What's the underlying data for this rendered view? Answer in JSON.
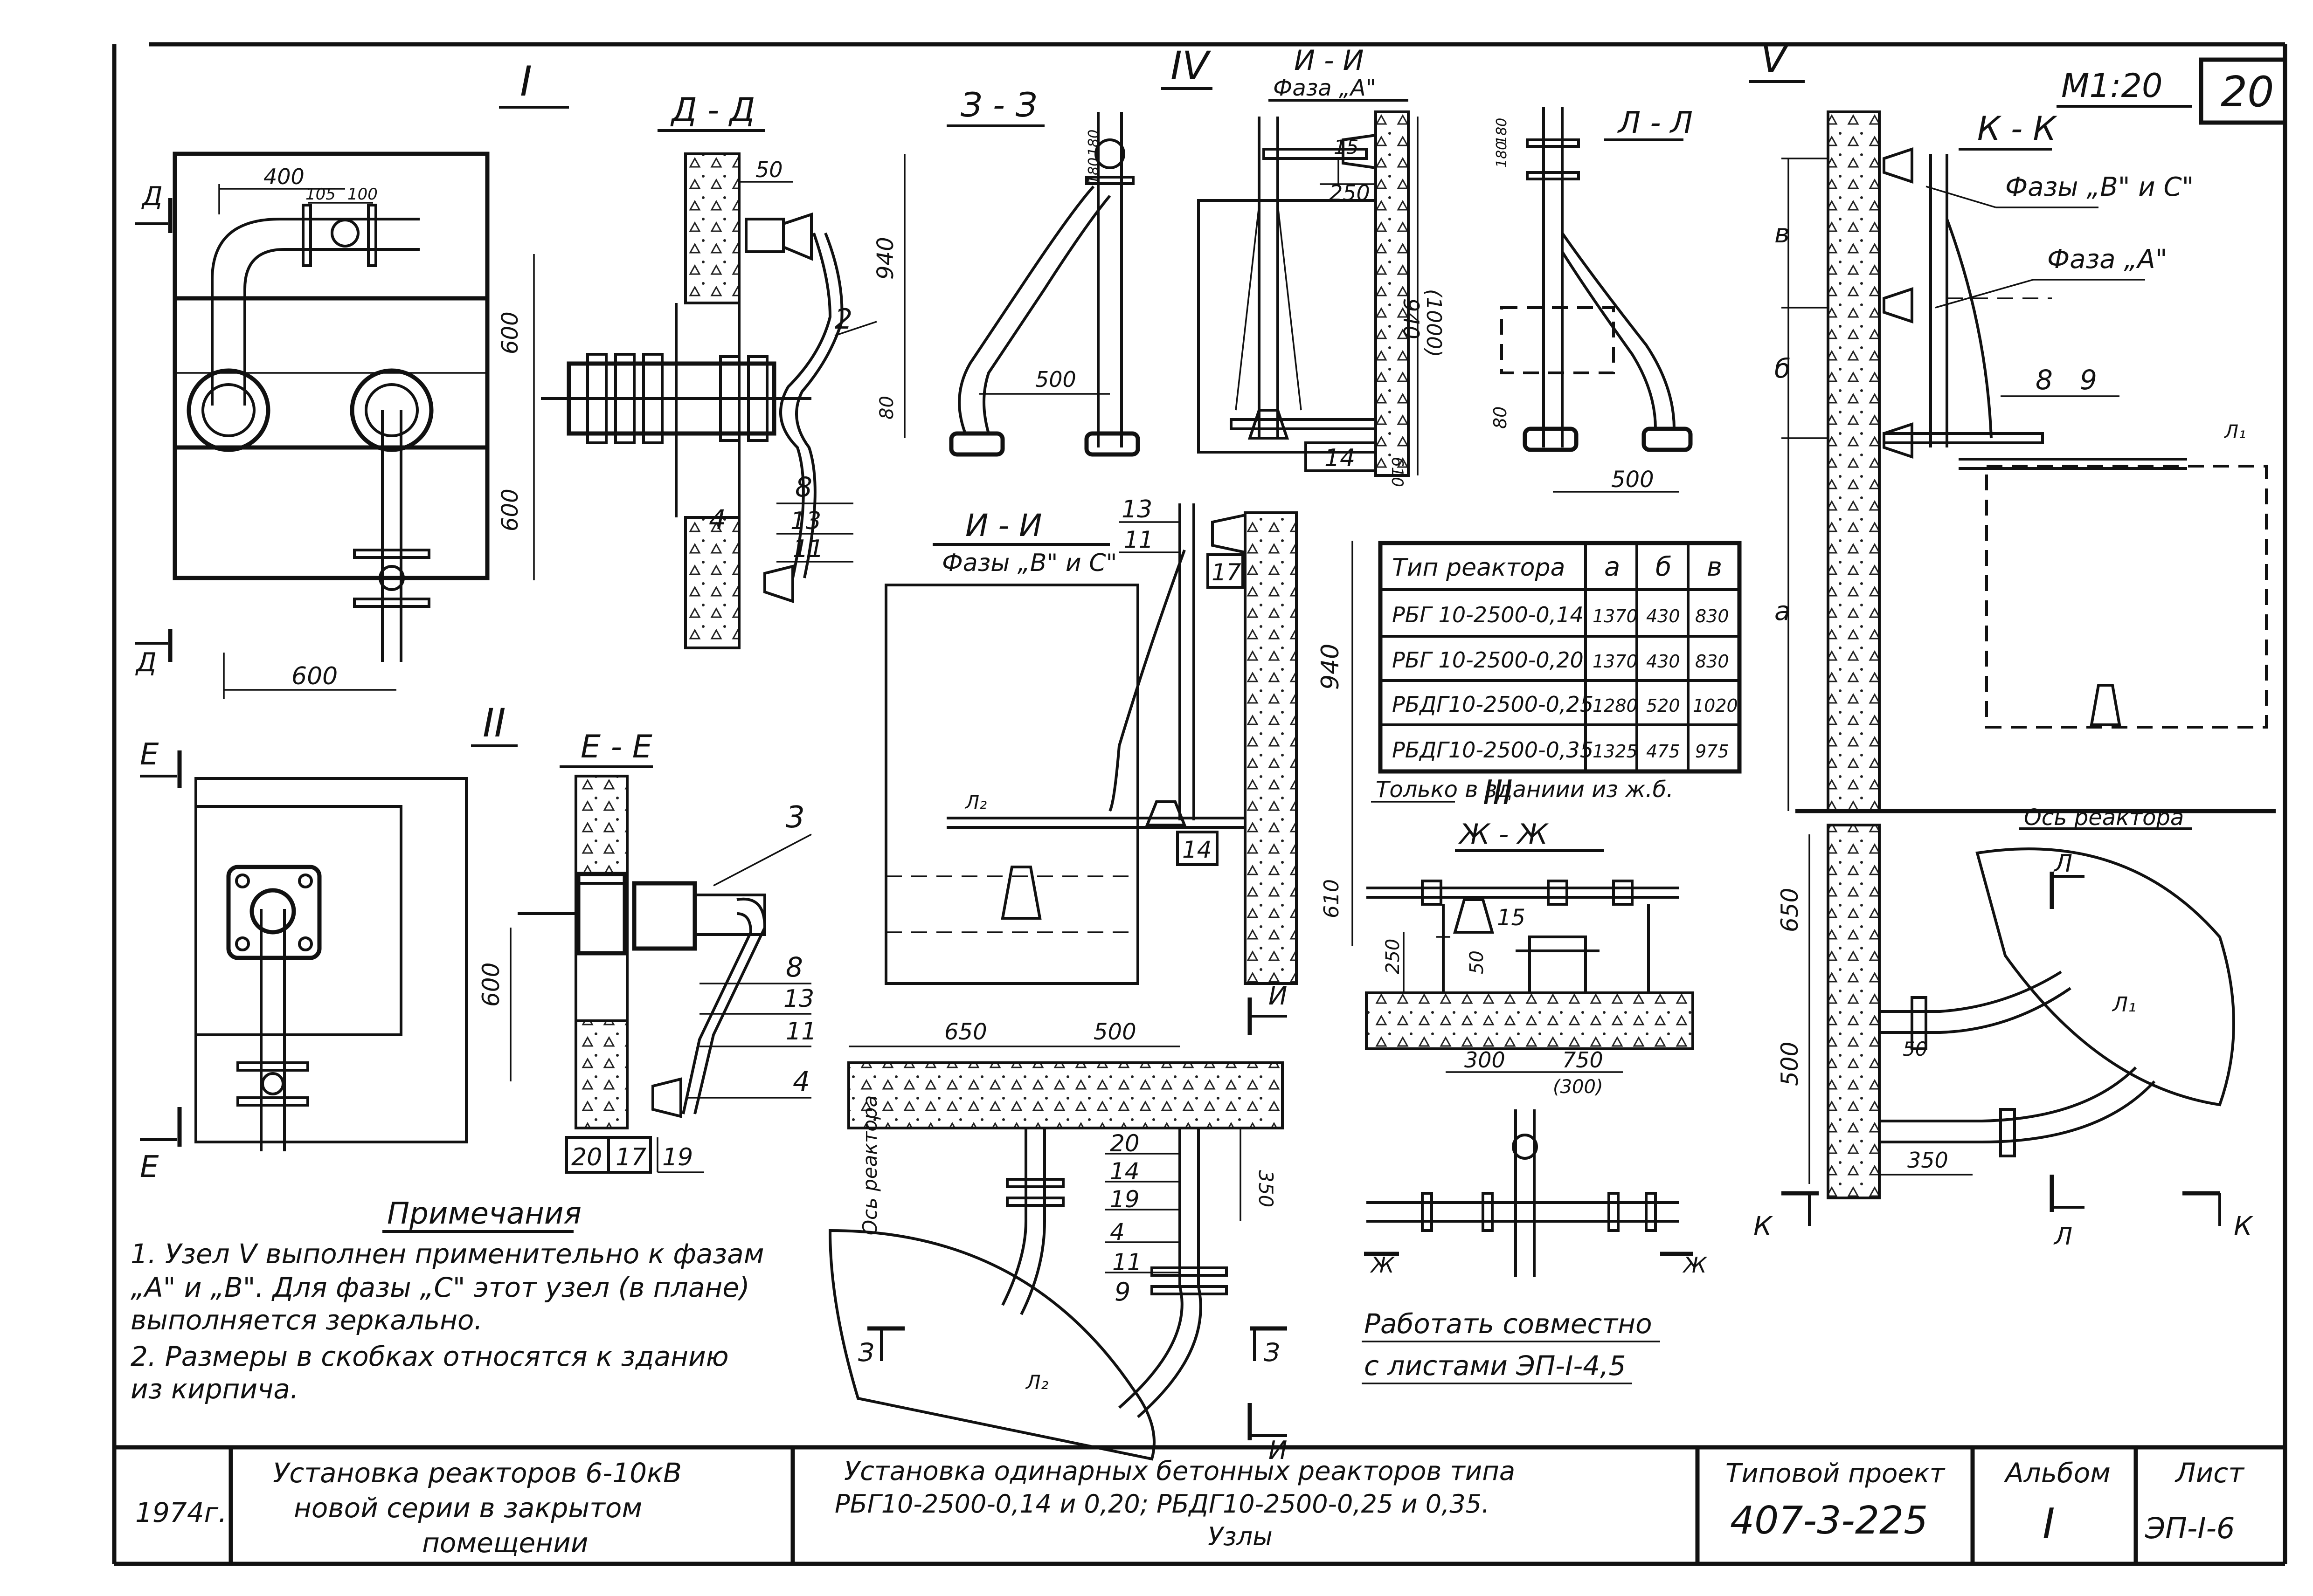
{
  "sheet": {
    "scale": "М1:20",
    "sheet_number": "20"
  },
  "views": {
    "node_1": "I",
    "node_2": "II",
    "node_3": "III",
    "node_4": "IV",
    "node_5": "V",
    "sec_dd": "Д - Д",
    "sec_ee": "Е - Е",
    "sec_zz": "З - З",
    "sec_ii_a": "И - И",
    "phase_a_sub": "Фаза „А\"",
    "sec_ii_bc": "И - И",
    "phase_bc_sub": "Фазы „В\" и С\"",
    "sec_ll": "Л - Л",
    "sec_kk": "К - К",
    "sec_zhzh": "Ж - Ж",
    "phases_bc_label": "Фазы „В\" и С\"",
    "phase_a_label": "Фаза „А\"",
    "only_building": "Только в зданиии из ж.б.",
    "reactor_axis": "Ось реактора",
    "reactor_axis_2": "Ось реактора",
    "work_together_1": "Работать совместно",
    "work_together_2": "с листами ЭП-I-4,5"
  },
  "dims": {
    "d400": "400",
    "d105": "105",
    "d100": "100",
    "d600a": "600",
    "d600b": "600",
    "d600c": "600",
    "d50a": "50",
    "d940a": "940",
    "d80a": "80",
    "d500a": "500",
    "d180a": "180",
    "d180b": "180",
    "d15": "15",
    "d250a": "250",
    "d940b": "940",
    "d1000": "(1000)",
    "d610a": "610",
    "d180c": "180",
    "d180d": "180",
    "d80b": "80",
    "d500b": "500",
    "d940c": "940",
    "d610b": "610",
    "d600d": "600",
    "d650a": "650",
    "d500c": "500",
    "d350a": "350",
    "d15b": "15",
    "d250b": "250",
    "d50b": "50",
    "d300a": "300",
    "d750": "750",
    "d300b": "(300)",
    "d650b": "650",
    "d500d": "500",
    "d50c": "50",
    "d350b": "350",
    "lv_v": "в",
    "lv_b": "б",
    "lv_a": "а"
  },
  "marks": {
    "m_d1": "Д",
    "m_d2": "Д",
    "m_e1": "Е",
    "m_e2": "Е",
    "m_z1": "З",
    "m_z2": "З",
    "m_i1": "И",
    "m_i2": "И",
    "m_l1": "Л",
    "m_l2": "Л",
    "m_k1": "К",
    "m_k2": "К",
    "m_zh1": "Ж",
    "m_zh2": "Ж",
    "l1a": "Л₁",
    "l1b": "Л₁",
    "l2a": "Л₂",
    "l2b": "Л₂"
  },
  "callouts": {
    "c2": "2",
    "c8a": "8",
    "c13a": "13",
    "c11a": "11",
    "c4a": "4",
    "c3": "3",
    "c8b": "8",
    "c13b": "13",
    "c11b": "11",
    "c4b": "4",
    "c20a": "20",
    "c17a": "17",
    "c19a": "19",
    "c13c": "13",
    "c11c": "11",
    "c17b": "17",
    "c14a": "14",
    "c14b": "14",
    "c20b": "20",
    "c14c": "14",
    "c19b": "19",
    "c4c": "4",
    "c11d": "11",
    "c9a": "9",
    "c8c": "8",
    "c9b": "9"
  },
  "reactor_table": {
    "headers": [
      "Тип реактора",
      "а",
      "б",
      "в"
    ],
    "rows": [
      [
        "РБГ 10-2500-0,14",
        "1370",
        "430",
        "830"
      ],
      [
        "РБГ 10-2500-0,20",
        "1370",
        "430",
        "830"
      ],
      [
        "РБДГ10-2500-0,25",
        "1280",
        "520",
        "1020"
      ],
      [
        "РБДГ10-2500-0,35",
        "1325",
        "475",
        "975"
      ]
    ]
  },
  "notes": {
    "heading": "Примечания",
    "line1": "1. Узел V выполнен применительно к фазам",
    "line2": "„А\" и „В\". Для фазы „С\" этот узел (в плане)",
    "line3": "выполняется зеркально.",
    "line4": "2. Размеры в скобках относятся к зданию",
    "line5": "из кирпича."
  },
  "title_block": {
    "year": "1974г.",
    "title1_l1": "Установка реакторов 6-10кВ",
    "title1_l2": "новой серии в закрытом",
    "title1_l3": "помещении",
    "title2_l1": "Установка одинарных бетонных реакторов типа",
    "title2_l2": "РБГ10-2500-0,14 и 0,20; РБДГ10-2500-0,25 и 0,35.",
    "title2_l3": "Узлы",
    "project_label": "Типовой проект",
    "project_value": "407-3-225",
    "album_label": "Альбом",
    "album_value": "I",
    "sheet_label": "Лист",
    "sheet_value": "ЭП-I-6"
  }
}
